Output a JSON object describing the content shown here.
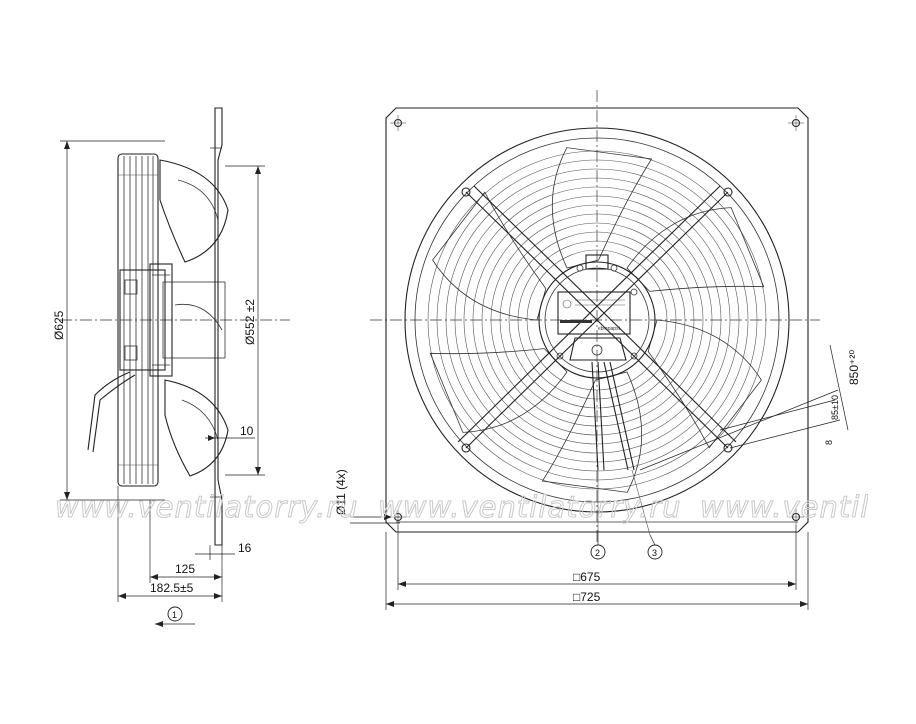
{
  "dimensions": {
    "side_diameter": "Ø625",
    "blade_diameter": "Ø552 ±2",
    "flange_depth": "10",
    "flange_thickness": "16",
    "motor_depth": "125",
    "total_depth": "182.5±5",
    "hole_spec": "Ø11 (4x)",
    "hole_pitch": "□675",
    "plate_size": "□725",
    "cable_length": "850⁺²⁰",
    "cable_strip": "85±10",
    "wire_strip": "8"
  },
  "callouts": {
    "view": "1",
    "item_2": "2",
    "item_3": "3"
  },
  "label_text": {
    "motor_label": "ebmpapst"
  },
  "watermark": {
    "text": "www.ventilatorry.ru"
  }
}
